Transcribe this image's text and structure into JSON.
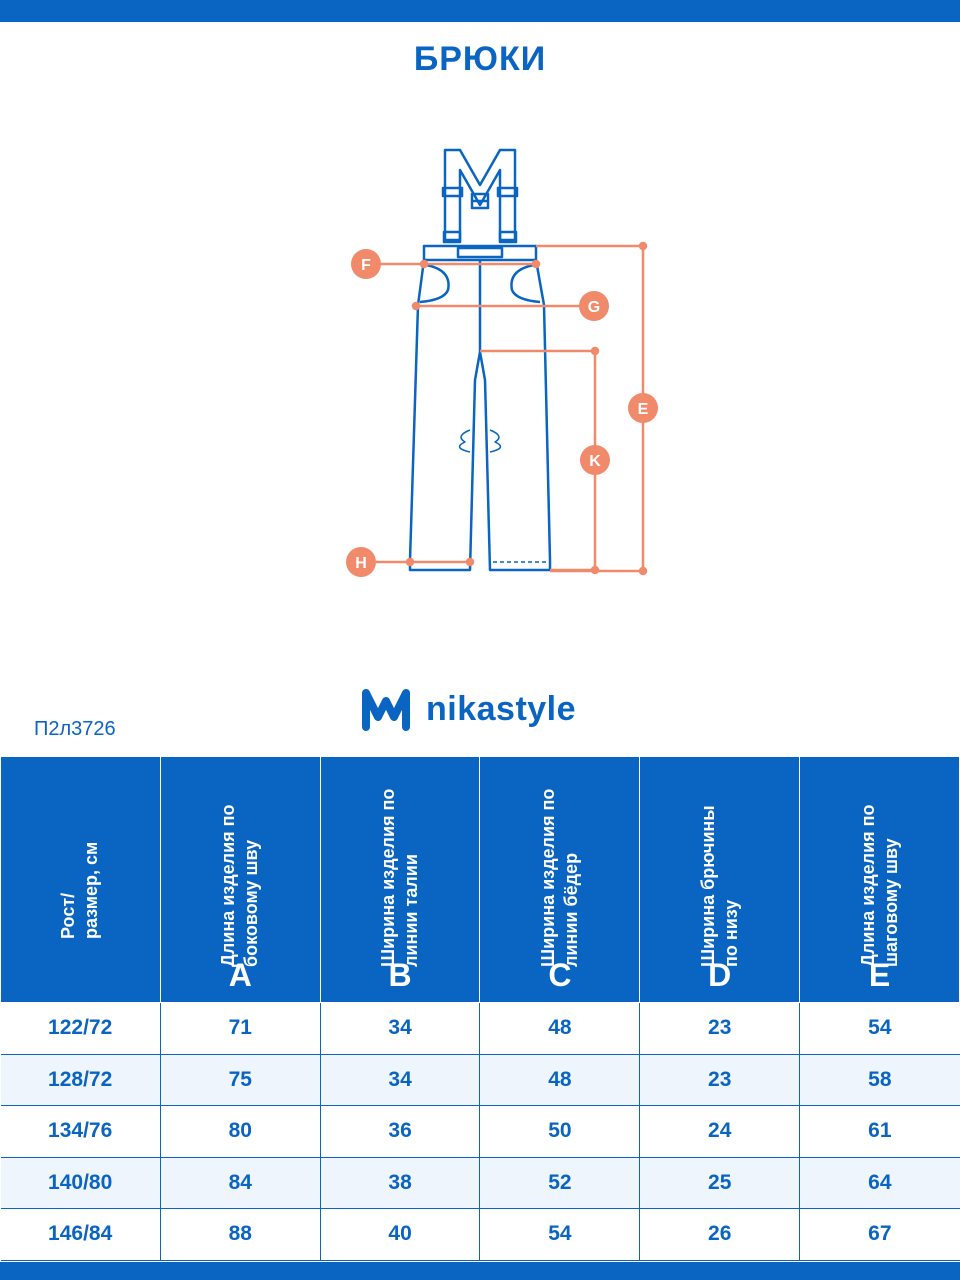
{
  "title": "БРЮКИ",
  "brand": {
    "name": "nikastyle"
  },
  "article": "П2л3726",
  "markers": {
    "f": "F",
    "g": "G",
    "e": "E",
    "k": "K",
    "h": "H"
  },
  "colors": {
    "brand_blue": "#0a64c2",
    "measure_orange": "#f08a6a",
    "row_alt": "#eef5fc"
  },
  "table": {
    "headers": [
      {
        "label": "Рост/ размер, см",
        "letter": ""
      },
      {
        "label": "Длина изделия по боковому шву",
        "letter": "A"
      },
      {
        "label": "Ширина изделия по линии талии",
        "letter": "B"
      },
      {
        "label": "Ширина изделия по линии бёдер",
        "letter": "C"
      },
      {
        "label": "Ширина брючины по низу",
        "letter": "D"
      },
      {
        "label": "Длина изделия по шаговому шву",
        "letter": "E"
      }
    ],
    "rows": [
      [
        "122/72",
        "71",
        "34",
        "48",
        "23",
        "54"
      ],
      [
        "128/72",
        "75",
        "34",
        "48",
        "23",
        "58"
      ],
      [
        "134/76",
        "80",
        "36",
        "50",
        "24",
        "61"
      ],
      [
        "140/80",
        "84",
        "38",
        "52",
        "25",
        "64"
      ],
      [
        "146/84",
        "88",
        "40",
        "54",
        "26",
        "67"
      ]
    ]
  }
}
